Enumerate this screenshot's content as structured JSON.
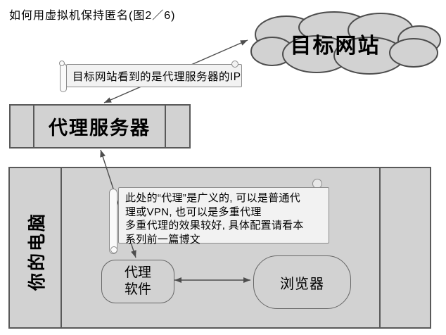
{
  "page": {
    "title": "如何用虚拟机保持匿名(图2／6)"
  },
  "cloud": {
    "label": "目标网站"
  },
  "notes": {
    "top": {
      "text": "目标网站看到的是代理服务器的IP"
    },
    "inner": {
      "lines": [
        "此处的“代理”是广义的, 可以是普通代",
        "理或VPN, 也可以是多重代理",
        "多重代理的效果较好, 具体配置请看本",
        "系列前一篇博文"
      ]
    }
  },
  "nodes": {
    "proxy_server": {
      "label": "代理服务器"
    },
    "your_computer": {
      "label": "你的电脑"
    },
    "proxy_software": {
      "line1": "代理",
      "line2": "软件"
    },
    "browser": {
      "label": "浏览器"
    }
  },
  "connections": [
    {
      "from": "proxy-server",
      "to": "target-website",
      "bidirectional": true
    },
    {
      "from": "proxy-software",
      "to": "proxy-server",
      "bidirectional": true
    },
    {
      "from": "proxy-software",
      "to": "browser",
      "bidirectional": true
    }
  ],
  "colors": {
    "shape_fill": "#d2d2d2",
    "shape_border": "#595959",
    "cloud_border": "#4d4d4d",
    "note_fill": "#f2f2f2",
    "note_border": "#8c8c8c",
    "arrow": "#4d4d4d",
    "text": "#000000"
  }
}
